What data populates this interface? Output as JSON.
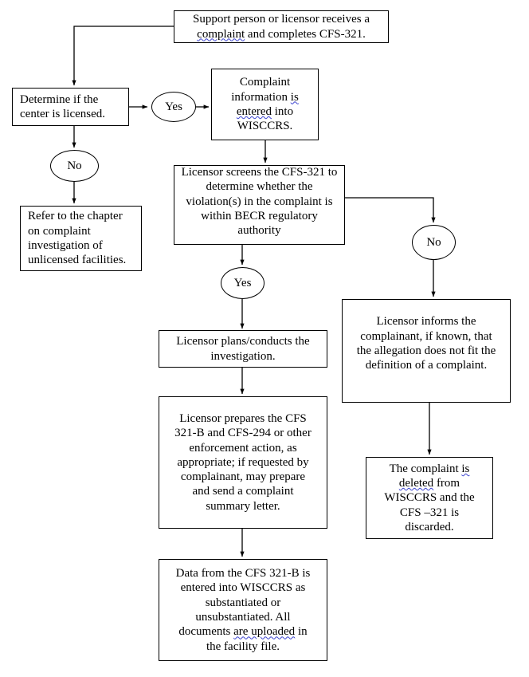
{
  "diagram": {
    "title": "Child care complaint intake and investigation flowchart",
    "type": "flowchart",
    "background_color": "#ffffff",
    "line_color": "#000000",
    "text_color": "#000000",
    "spellcheck_squiggle_color": "#3b43d0",
    "nodes": {
      "intake": {
        "shape": "rectangle",
        "line1": "Support person or licensor receives a",
        "line2_a": "complaint",
        "line2_b": " and completes CFS-321."
      },
      "determine_licensed": {
        "shape": "rectangle",
        "line1": "Determine if the",
        "line2": "center is licensed."
      },
      "decision_yes_1": {
        "shape": "ellipse",
        "label": "Yes"
      },
      "decision_no_1": {
        "shape": "ellipse",
        "label": "No"
      },
      "wisccrs_entry": {
        "shape": "rectangle",
        "line1": "Complaint",
        "line2_a": "information ",
        "line2_b": "is",
        "line3_a": "entered",
        "line3_b": " into",
        "line4": "WISCCRS."
      },
      "refer_chapter": {
        "shape": "rectangle",
        "line1": "Refer to the chapter",
        "line2": "on complaint",
        "line3": "investigation of",
        "line4": "unlicensed facilities."
      },
      "screening": {
        "shape": "rectangle",
        "line1": "Licensor screens the CFS-321 to",
        "line2": "determine whether the",
        "line3": "violation(s) in the complaint is",
        "line4": "within BECR regulatory",
        "line5": "authority"
      },
      "decision_yes_2": {
        "shape": "ellipse",
        "label": "Yes"
      },
      "decision_no_2": {
        "shape": "ellipse",
        "label": "No"
      },
      "investigation": {
        "shape": "rectangle",
        "line1": "Licensor plans/conducts the",
        "line2": "investigation."
      },
      "prepare_forms": {
        "shape": "rectangle",
        "line1": "Licensor prepares the CFS",
        "line2": "321-B and CFS-294 or other",
        "line3": "enforcement action, as",
        "line4": "appropriate; if requested by",
        "line5": "complainant, may prepare",
        "line6": "and send a complaint",
        "line7": "summary letter."
      },
      "data_entry": {
        "shape": "rectangle",
        "line1": "Data from the CFS 321-B is",
        "line2": "entered into WISCCRS as",
        "line3": "substantiated or",
        "line4": "unsubstantiated. All",
        "line5_a": "documents ",
        "line5_b": "are uploaded",
        "line5_c": " in",
        "line6": "the facility file."
      },
      "inform_complainant": {
        "shape": "rectangle",
        "line1": "Licensor informs the",
        "line2": "complainant, if known, that",
        "line3": "the allegation does not fit the",
        "line4": "definition of a complaint."
      },
      "delete_complaint": {
        "shape": "rectangle",
        "line1_a": "The complaint ",
        "line1_b": "is",
        "line2_a": "deleted",
        "line2_b": " from",
        "line3": "WISCCRS and the",
        "line4": "CFS –321 is",
        "line5": "discarded."
      }
    }
  }
}
